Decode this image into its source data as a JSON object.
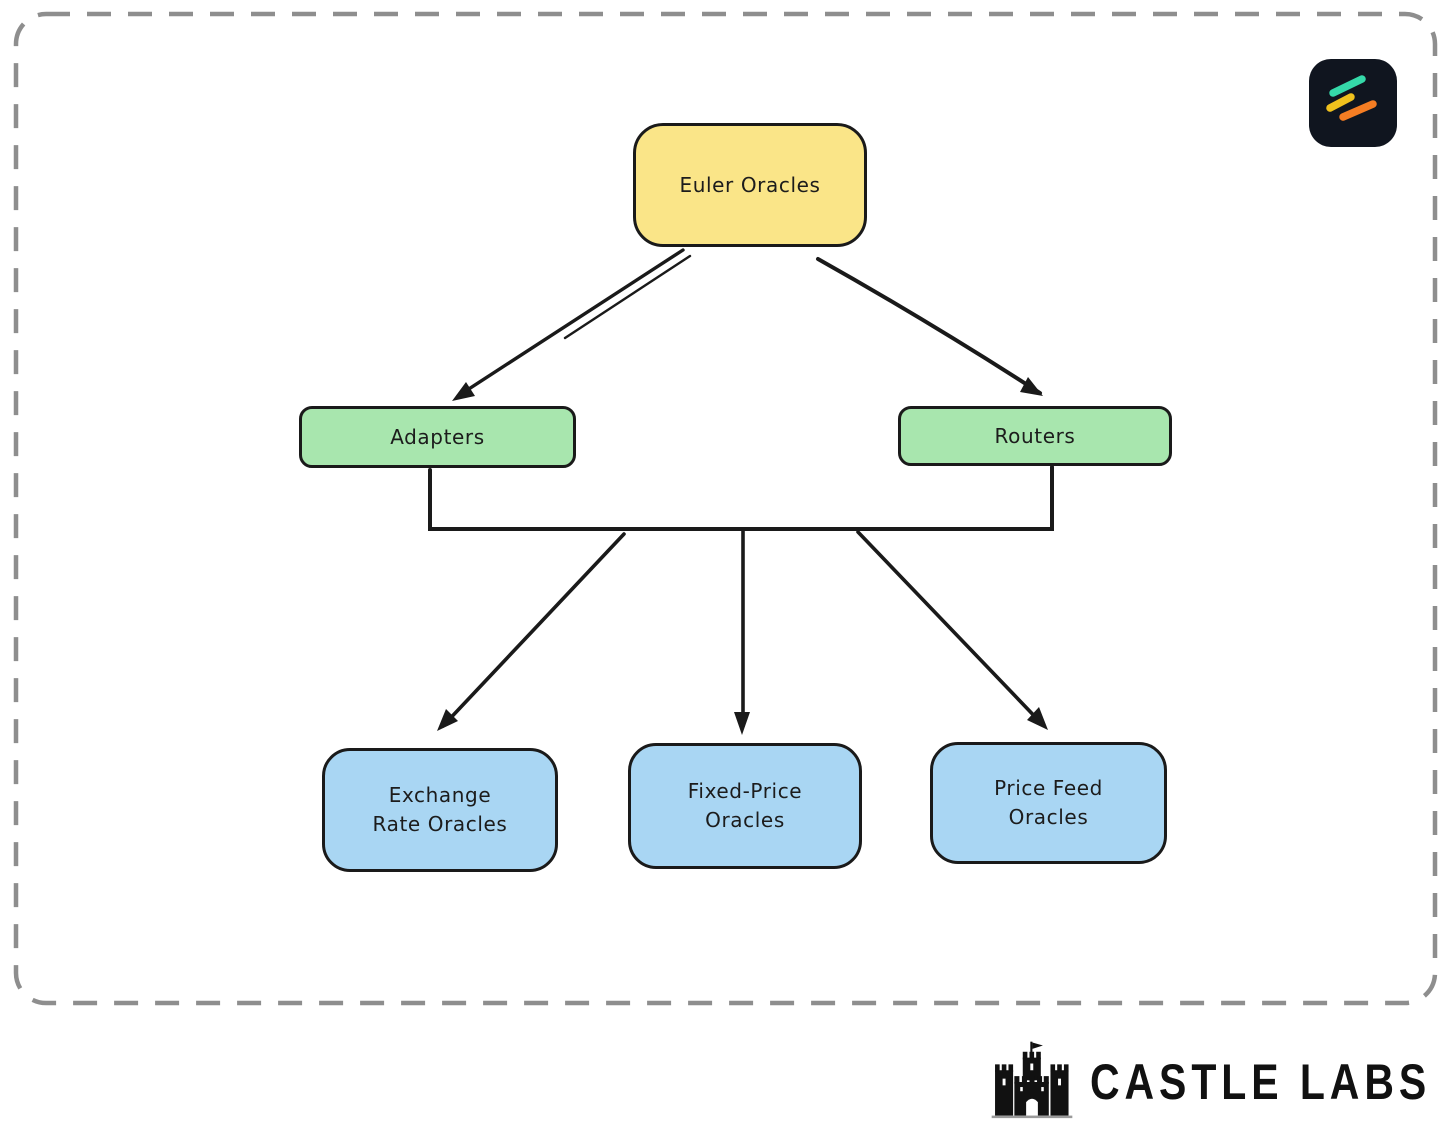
{
  "diagram": {
    "nodes": {
      "euler_oracles": {
        "line1": "Euler Oracles",
        "fill": "#FAE588"
      },
      "adapters": {
        "line1": "Adapters",
        "fill": "#A8E6AE"
      },
      "routers": {
        "line1": "Routers",
        "fill": "#A8E6AE"
      },
      "exchange_rate_oracles": {
        "line1": "Exchange",
        "line2": "Rate Oracles",
        "fill": "#A9D6F3"
      },
      "fixed_price_oracles": {
        "line1": "Fixed-Price",
        "line2": "Oracles",
        "fill": "#A9D6F3"
      },
      "price_feed_oracles": {
        "line1": "Price Feed",
        "line2": "Oracles",
        "fill": "#A9D6F3"
      }
    },
    "edges": [
      {
        "from": "euler_oracles",
        "to": "adapters",
        "style": "arrow"
      },
      {
        "from": "euler_oracles",
        "to": "routers",
        "style": "arrow"
      },
      {
        "from": "adapters_routers_bus",
        "to": "exchange_rate_oracles",
        "style": "arrow"
      },
      {
        "from": "adapters_routers_bus",
        "to": "fixed_price_oracles",
        "style": "arrow"
      },
      {
        "from": "adapters_routers_bus",
        "to": "price_feed_oracles",
        "style": "arrow"
      }
    ],
    "stroke_color": "#1a1a1a",
    "frame": {
      "style": "dashed",
      "color": "#8E8E8E"
    }
  },
  "branding": {
    "logo": {
      "name": "euler-app-logo",
      "bg": "#10151F",
      "bar_colors": [
        "#35D9A9",
        "#F0C11D",
        "#F57D23"
      ]
    },
    "footer": {
      "text": "CASTLE LABS",
      "color": "#111111"
    }
  }
}
